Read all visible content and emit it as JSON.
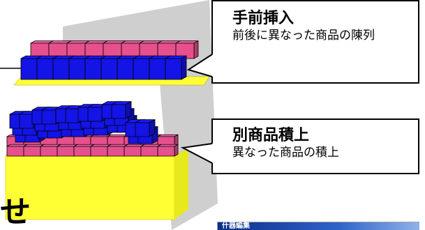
{
  "callouts": {
    "front": {
      "title": "手前挿入",
      "body": "前後に異なった商品の陳列"
    },
    "stack": {
      "title": "別商品積上",
      "body": "異なった商品の積上"
    }
  },
  "stub_character": "せ",
  "dialog": {
    "title": "什器編集"
  },
  "colors": {
    "product_front": "#1414e6",
    "product_back": "#e6508c",
    "shelf": "#ffff33",
    "backboard": "#cfcfcf",
    "outline": "#000000"
  }
}
